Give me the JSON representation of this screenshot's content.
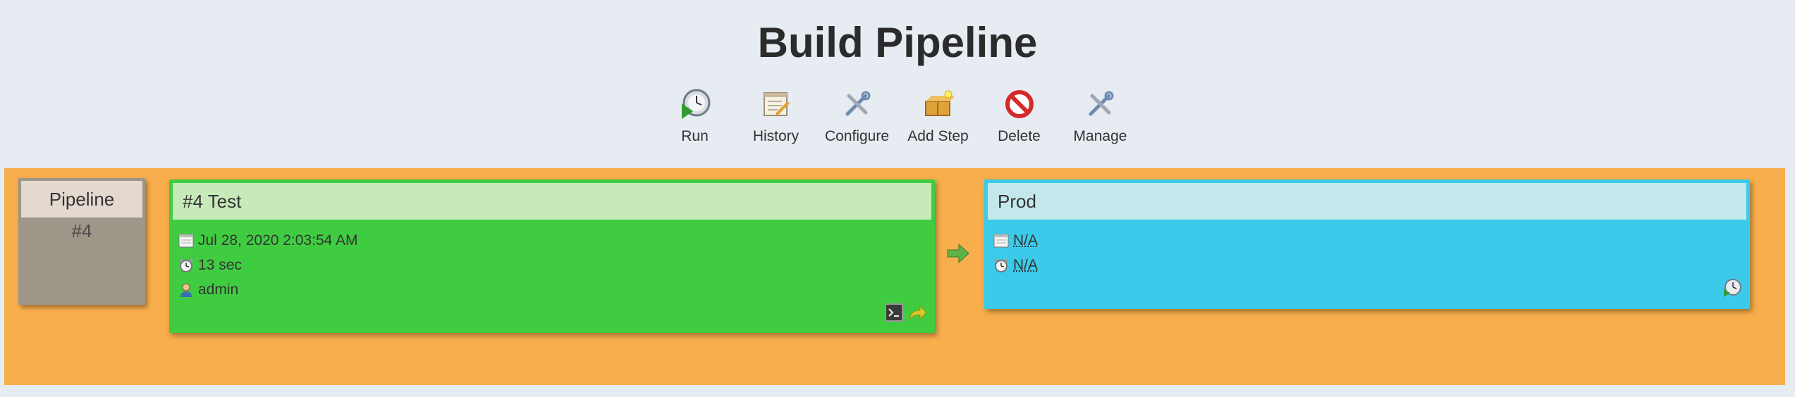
{
  "page": {
    "title": "Build Pipeline"
  },
  "toolbar": {
    "items": [
      {
        "label": "Run",
        "icon": "run-icon"
      },
      {
        "label": "History",
        "icon": "history-icon"
      },
      {
        "label": "Configure",
        "icon": "configure-icon"
      },
      {
        "label": "Add Step",
        "icon": "add-step-icon"
      },
      {
        "label": "Delete",
        "icon": "delete-icon"
      },
      {
        "label": "Manage",
        "icon": "manage-icon"
      }
    ]
  },
  "pipeline": {
    "header": {
      "name": "Pipeline",
      "number": "#4"
    },
    "stages": [
      {
        "title": "#4 Test",
        "date": "Jul 28, 2020 2:03:54 AM",
        "duration": "13 sec",
        "user": "admin",
        "color": "#40cc40"
      },
      {
        "title": "Prod",
        "date": "N/A",
        "duration": "N/A",
        "color": "#3ccaea"
      }
    ]
  },
  "colors": {
    "background": "#e7ebf2",
    "pipeline_area": "#f8ae4c"
  }
}
